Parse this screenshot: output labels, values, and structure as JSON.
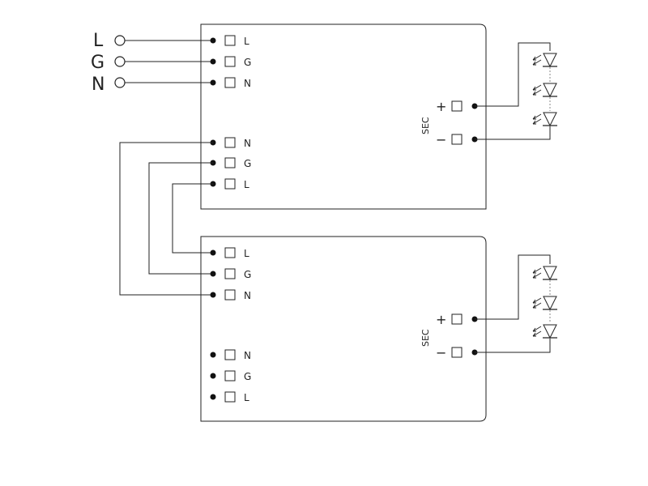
{
  "mains_inputs": [
    {
      "label": "L"
    },
    {
      "label": "G"
    },
    {
      "label": "N"
    }
  ],
  "driver1": {
    "input_terminals": [
      "L",
      "G",
      "N"
    ],
    "loop_terminals": [
      "N",
      "G",
      "L"
    ],
    "sec_label": "SEC",
    "plus_label": "+",
    "minus_label": "−"
  },
  "driver2": {
    "input_terminals": [
      "L",
      "G",
      "N"
    ],
    "loop_terminals": [
      "N",
      "G",
      "L"
    ],
    "sec_label": "SEC",
    "plus_label": "+",
    "minus_label": "−"
  },
  "led_strings": [
    {
      "count": 3
    },
    {
      "count": 3
    }
  ]
}
